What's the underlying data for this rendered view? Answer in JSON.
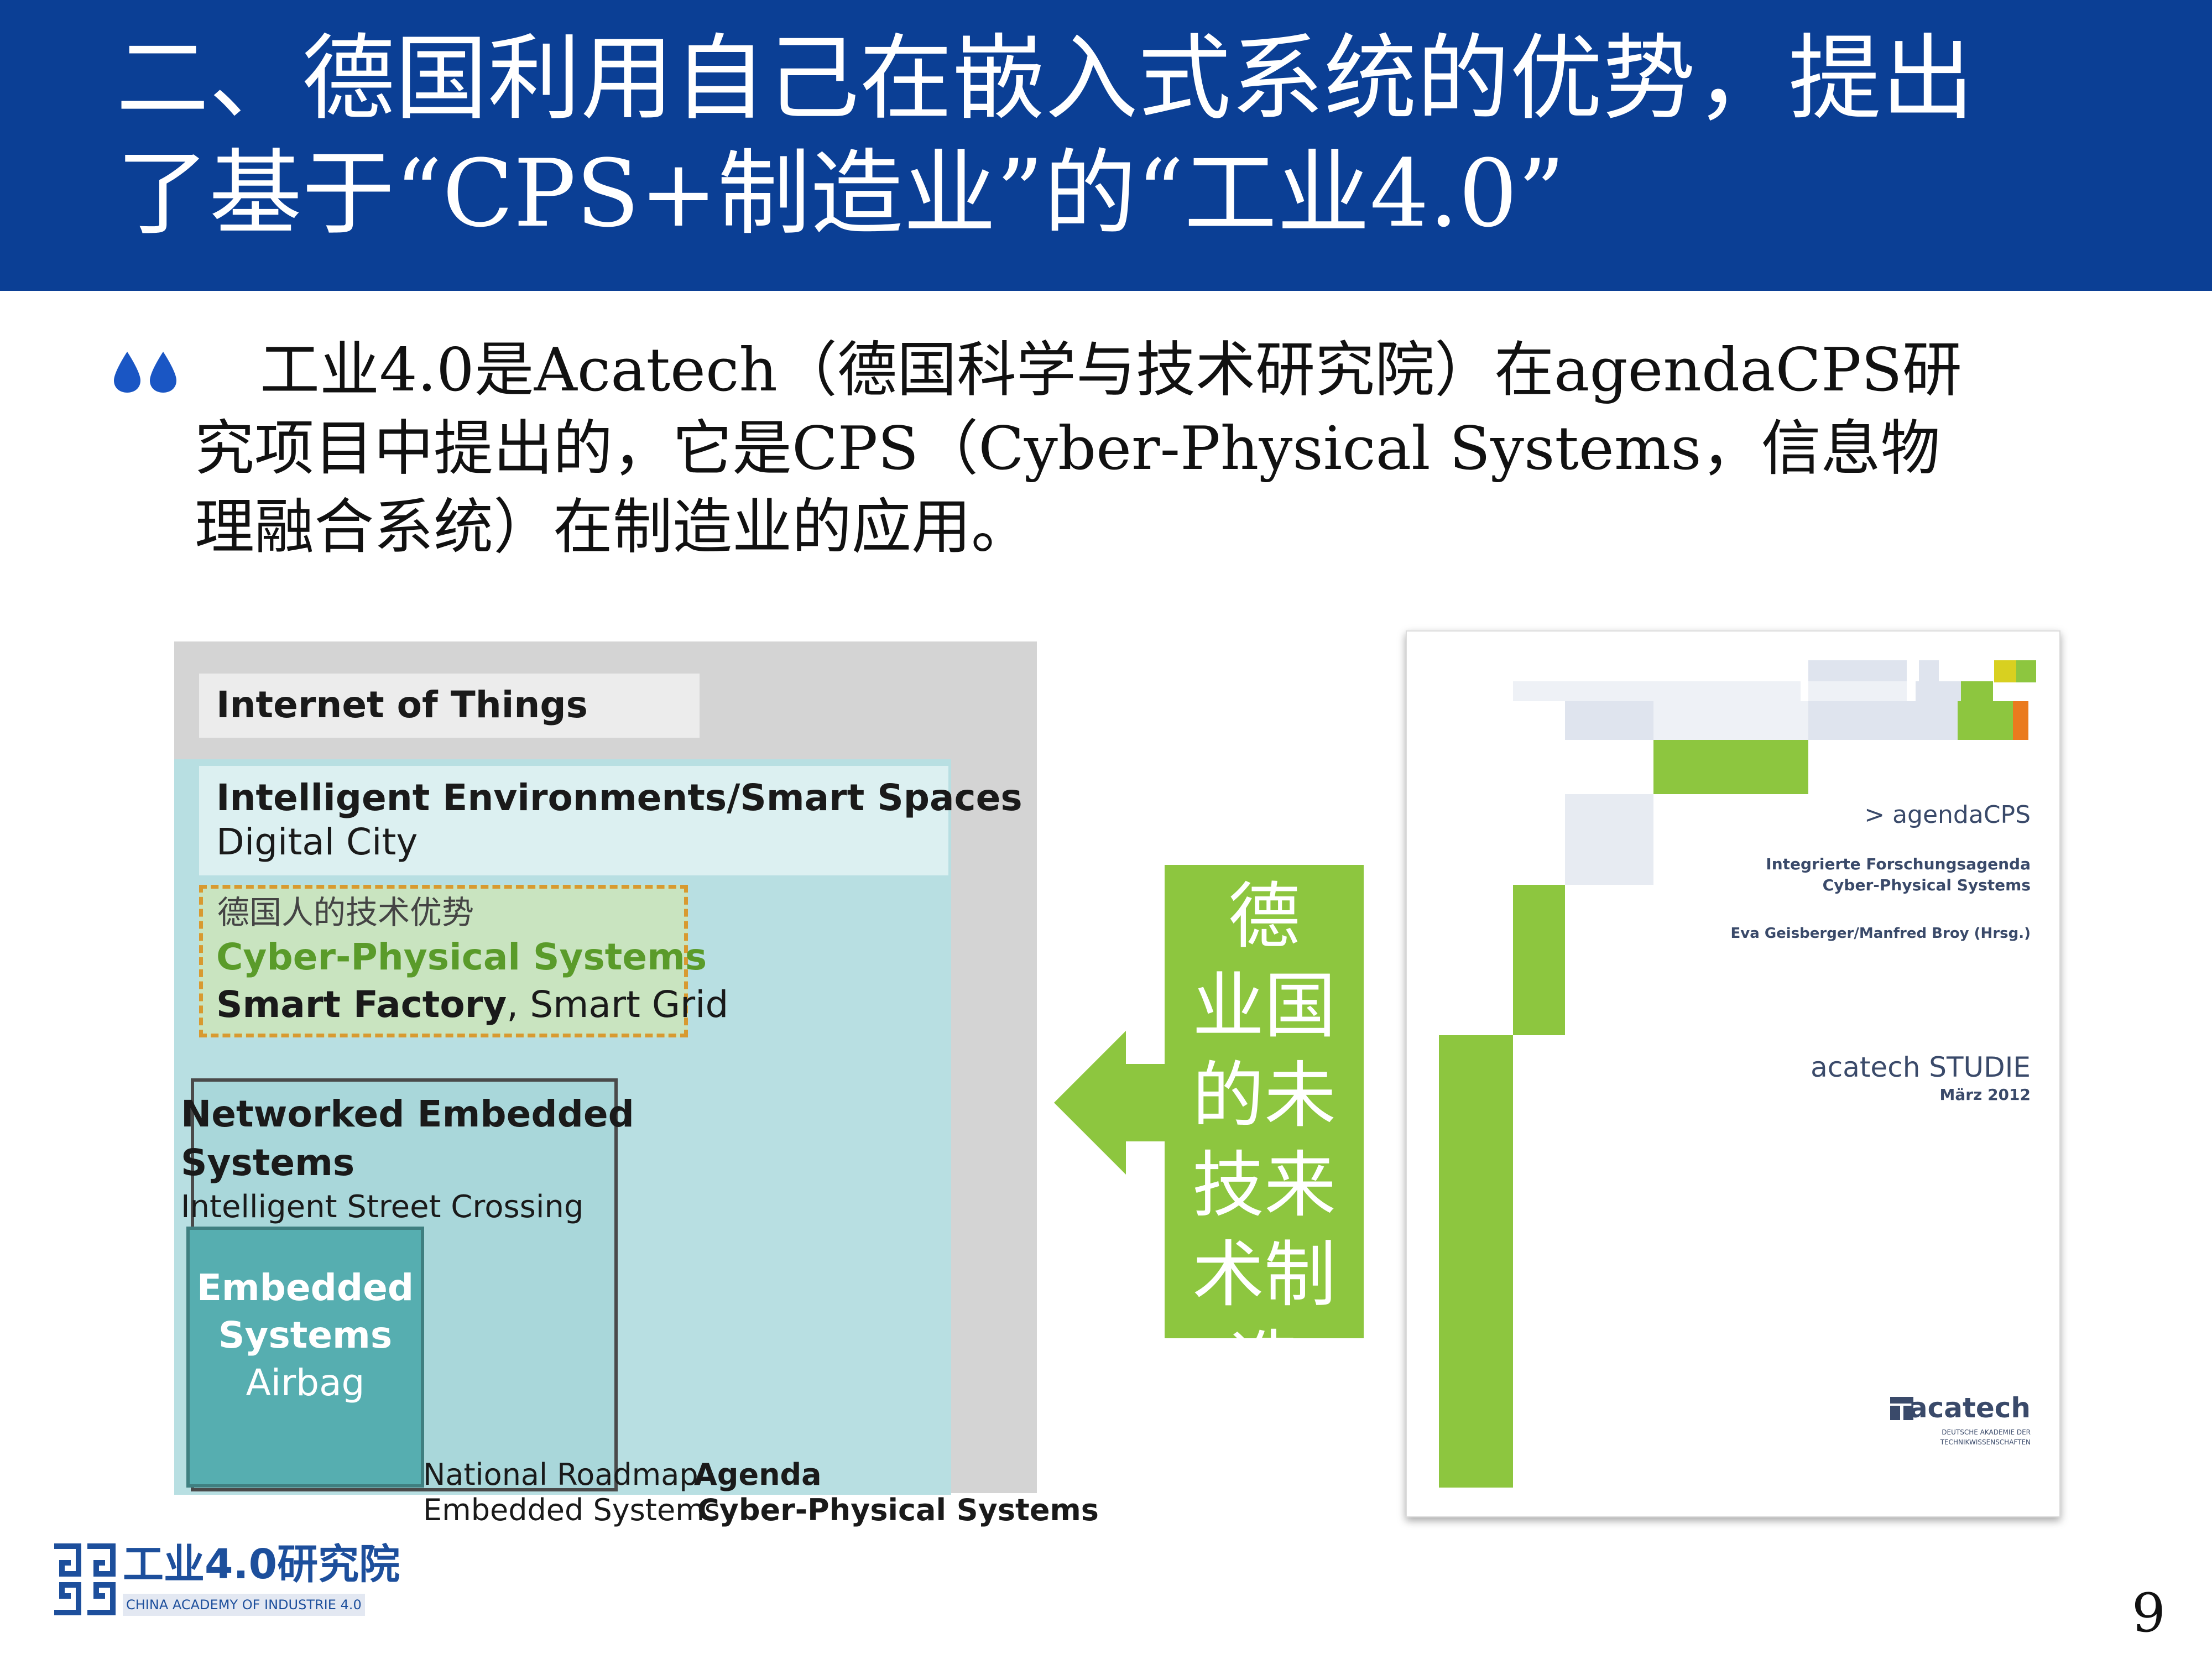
{
  "slide": {
    "title_lines": [
      "二、德国利用自己在嵌入式系统的优势，提出",
      "了基于“CPS+制造业”的“工业4.0”"
    ],
    "bullet_lines": [
      "工业4.0是Acatech（德国科学与技术研究院）在agendaCPS研",
      "究项目中提出的，它是CPS（Cyber-Physical  Systems，信息物",
      "理融合系统）在制造业的应用。"
    ],
    "page_number": "9",
    "colors": {
      "title_band": "#0b3f95",
      "accent_green": "#8dc63f",
      "bullet_blue": "#1a56c4"
    },
    "icons": {
      "bullet": "double-drop-icon",
      "arrow": "left-arrow-icon"
    }
  },
  "diagram": {
    "iot_label": "Internet of Things",
    "ie_label": "Intelligent Environments/Smart Spaces",
    "ie_sub": "Digital City",
    "cps_note": "德国人的技术优势",
    "cps_label": "Cyber-Physical Systems",
    "factory_bold": "Smart Factory",
    "factory_rest": ", Smart Grid",
    "nes_line1": "Networked Embedded",
    "nes_line2": "Systems",
    "nes_sub": "Intelligent Street Crossing",
    "es_line1": "Embedded",
    "es_line2": "Systems",
    "es_sub": "Airbag",
    "roadmap_line1": "National Roadmap",
    "roadmap_line2": "Embedded Systems",
    "agenda_line1": "Agenda",
    "agenda_line2": "Cyber-Physical Systems"
  },
  "callout": {
    "vertical_lines": [
      "德",
      "业国",
      "的未",
      "技来",
      "术制",
      "造"
    ]
  },
  "cover": {
    "series": "> agendaCPS",
    "subtitle_1": "Integrierte Forschungsagenda",
    "subtitle_2": "Cyber-Physical Systems",
    "editors": "Eva Geisberger/Manfred Broy (Hrsg.)",
    "studie": "acatech STUDIE",
    "date": "März 2012",
    "logo_name": "acatech",
    "logo_sub_1": "DEUTSCHE AKADEMIE DER",
    "logo_sub_2": "TECHNIKWISSENSCHAFTEN"
  },
  "logo": {
    "name": "工业4.0研究院",
    "sub": "CHINA ACADEMY OF INDUSTRIE 4.0"
  }
}
